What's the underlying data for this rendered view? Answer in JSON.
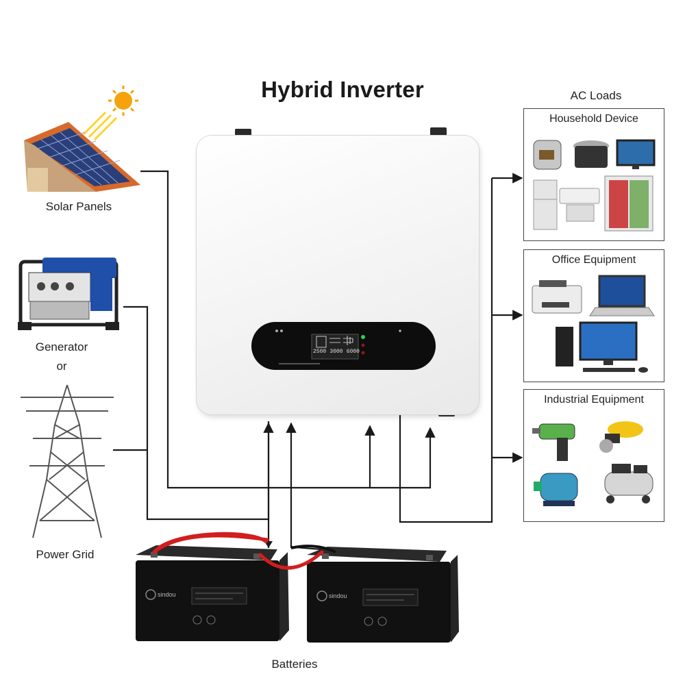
{
  "title": "Hybrid Inverter",
  "sources": {
    "solar_label": "Solar Panels",
    "generator_label": "Generator",
    "or_label": "or",
    "grid_label": "Power Grid"
  },
  "ac_loads": {
    "heading": "AC Loads",
    "groups": [
      {
        "label": "Household Device"
      },
      {
        "label": "Office Equipment"
      },
      {
        "label": "Industrial Equipment"
      }
    ]
  },
  "inverter": {
    "display_values": [
      "2500",
      "3000",
      "6000"
    ]
  },
  "batteries": {
    "label": "Batteries",
    "brand": "sindou"
  },
  "colors": {
    "wire": "#1a1a1a",
    "battery_cable": "#d21e1e",
    "inverter_body": "#f4f4f4",
    "display_panel": "#0d0d0d",
    "status_led": "#35d04a"
  }
}
